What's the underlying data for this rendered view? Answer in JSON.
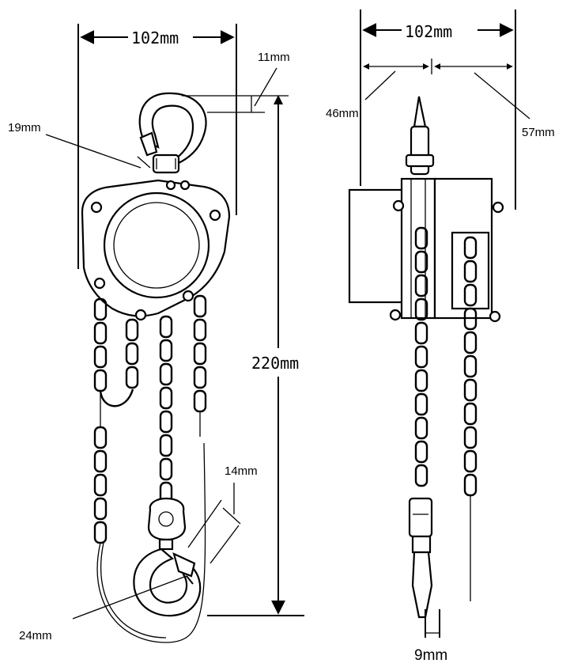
{
  "labels": {
    "front_width": "102mm",
    "hook_gap_top": "11mm",
    "hook_throat": "19mm",
    "overall_height": "220mm",
    "bottom_hook_width": "14mm",
    "bottom_hook_throat": "24mm",
    "side_width": "102mm",
    "side_left": "46mm",
    "side_right": "57mm",
    "bottom_tip": "9mm"
  },
  "icons": {
    "arrow": "arrowhead",
    "chain": "chain-link",
    "hook": "hook"
  },
  "colors": {
    "line": "#000000",
    "background": "#ffffff"
  }
}
